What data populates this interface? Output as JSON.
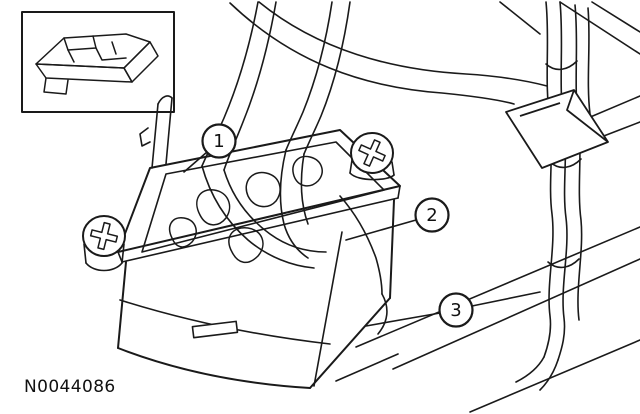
{
  "figure": {
    "id_label": "N0044086",
    "colors": {
      "line": "#1a1a1a",
      "background": "#ffffff"
    },
    "callouts": [
      {
        "label": "1"
      },
      {
        "label": "2"
      },
      {
        "label": "3"
      }
    ]
  }
}
